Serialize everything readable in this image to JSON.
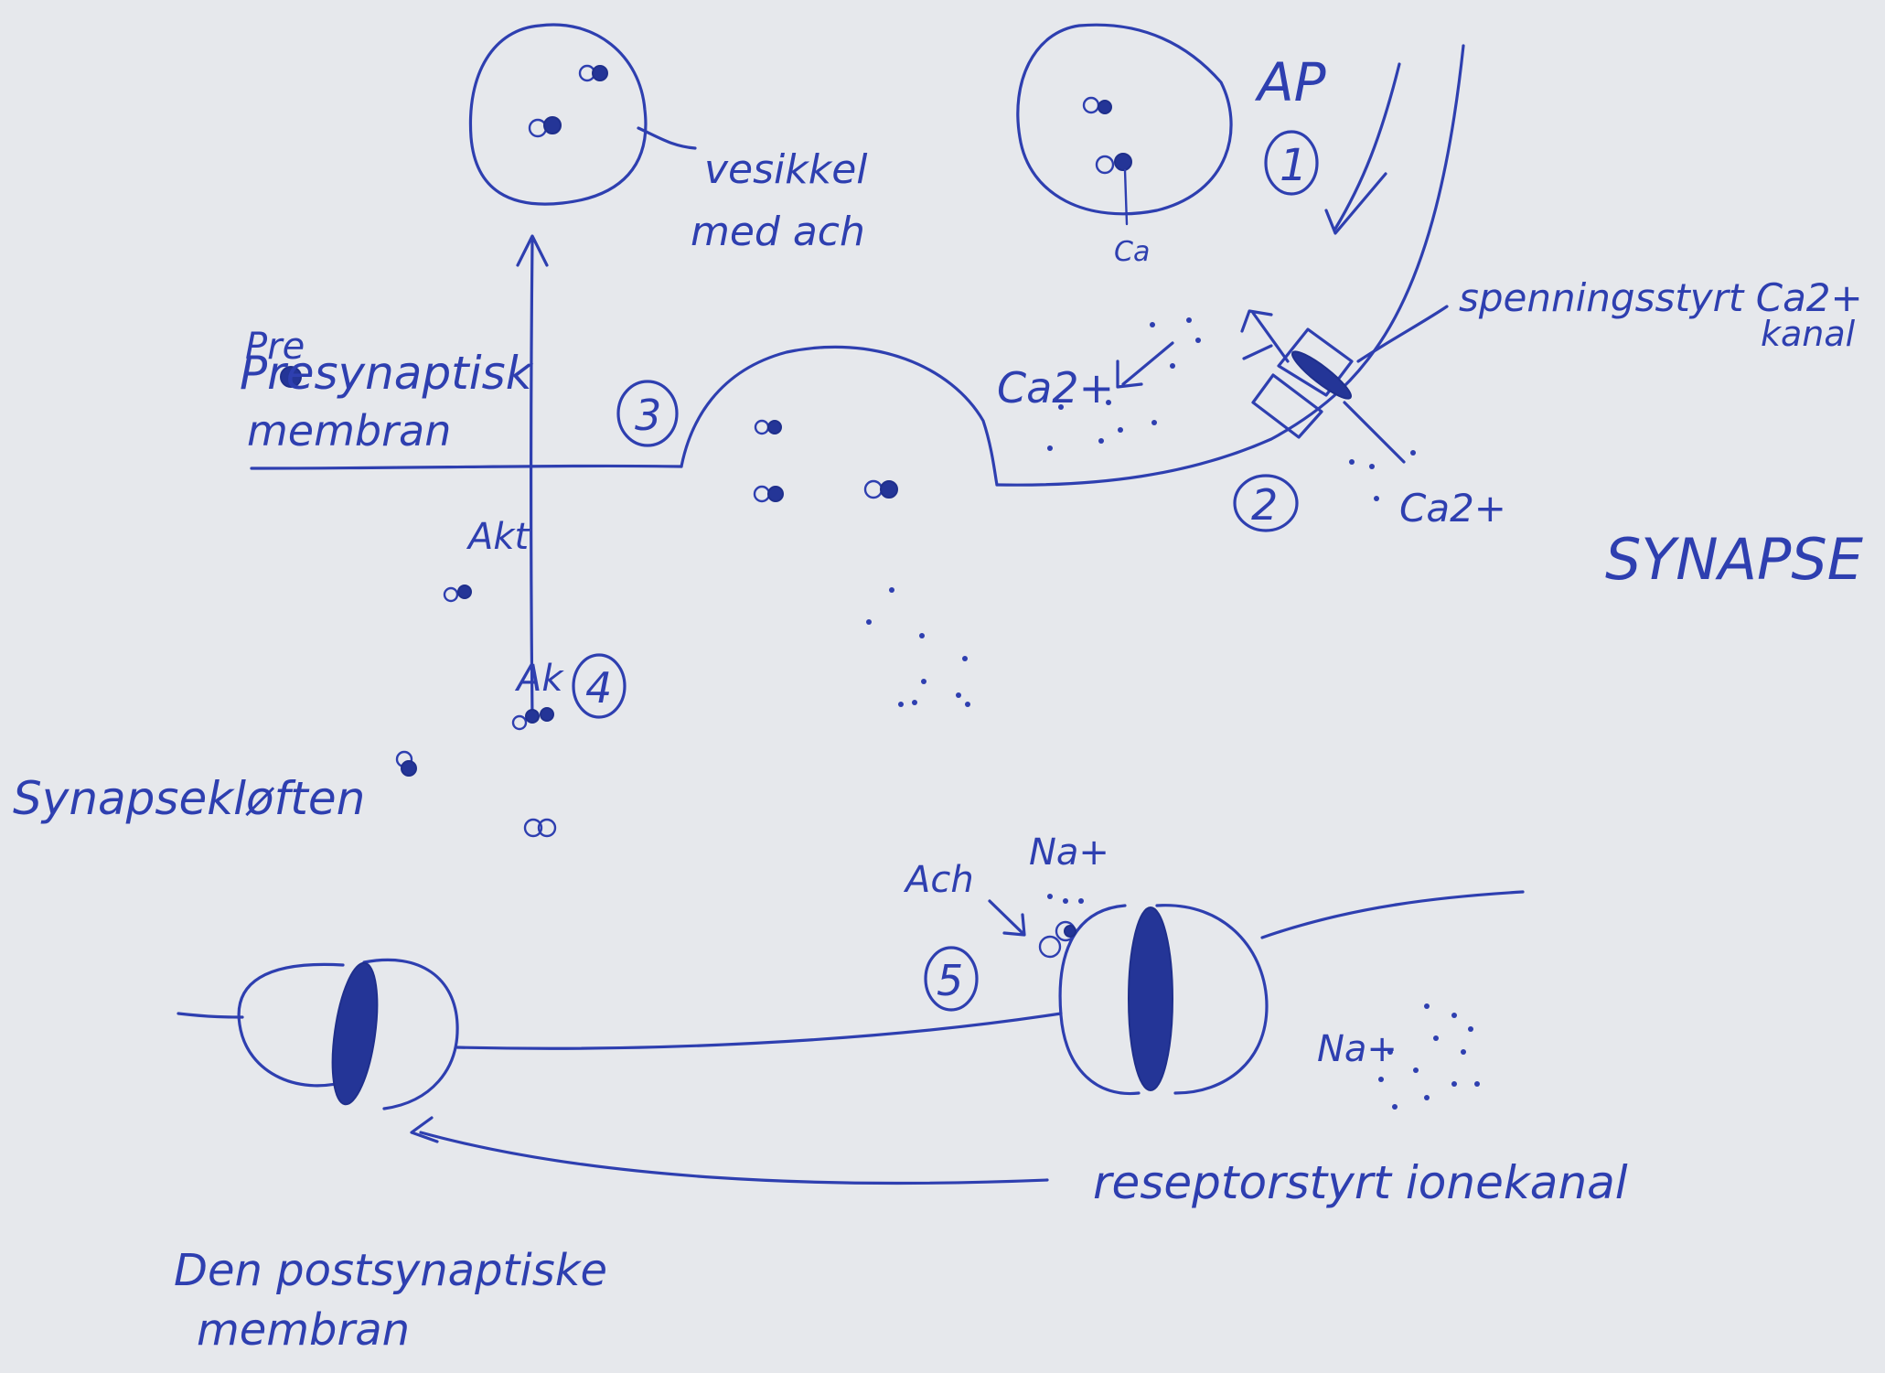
{
  "labels": {
    "vesicle_1": "vesikkel",
    "vesicle_2": "med ach",
    "ca": "Ca",
    "ap": "AP",
    "step_1": "1",
    "step_2": "2",
    "step_3": "3",
    "step_4": "4",
    "step_5": "5",
    "vgcc_1": "spenningsstyrt Ca2+",
    "vgcc_2": "kanal",
    "ca2_left": "Ca2+",
    "ca2_right": "Ca2+",
    "pre": "Pre",
    "presyn_1": "Presynaptisk",
    "presyn_2": "membran",
    "synapse": "SYNAPSE",
    "akt": "Akt",
    "ak": "Ak",
    "cleft": "Synapsekløften",
    "ach": "Ach",
    "na_1": "Na+",
    "na_2": "Na+",
    "receptor_channel": "reseptorstyrt ionekanal",
    "postsyn_1": "Den postsynaptiske",
    "postsyn_2": "membran"
  },
  "colors": {
    "ink": "#2e3fb0",
    "paper": "#e6e8ec"
  }
}
